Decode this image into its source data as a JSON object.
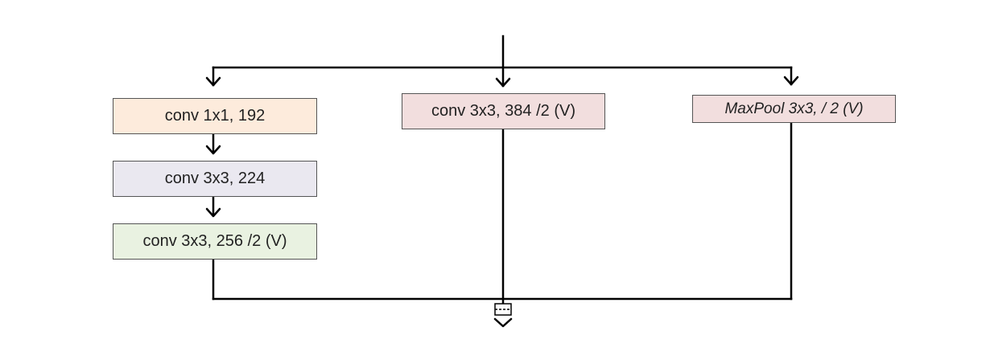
{
  "boxes": {
    "conv1x1": {
      "label": "conv 1x1, 192",
      "fill": "#fdebdc"
    },
    "conv3x3_224": {
      "label": "conv 3x3, 224",
      "fill": "#eae8f0"
    },
    "conv3x3_256": {
      "label": "conv 3x3, 256 /2 (V)",
      "fill": "#e9f2e1"
    },
    "conv3x3_384": {
      "label": "conv 3x3, 384 /2 (V)",
      "fill": "#f2dede"
    },
    "maxpool": {
      "label": "MaxPool 3x3, / 2 (V)",
      "fill": "#f2dede"
    }
  },
  "colors": {
    "line": "#000000",
    "border": "#555555"
  }
}
